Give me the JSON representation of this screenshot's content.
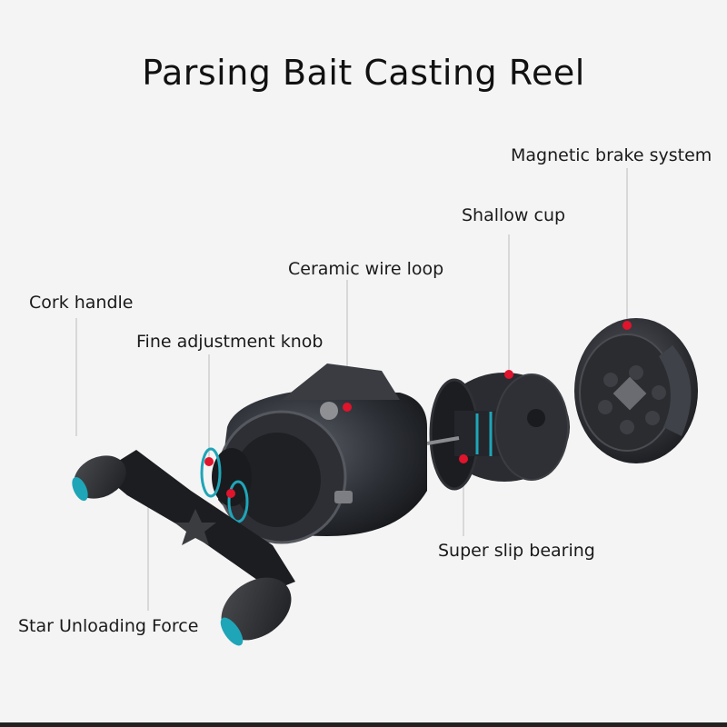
{
  "title": "Parsing  Bait Casting Reel",
  "labels": {
    "magnetic_brake": "Magnetic brake system",
    "shallow_cup": "Shallow cup",
    "ceramic_loop": "Ceramic wire loop",
    "cork_handle": "Cork handle",
    "fine_knob": "Fine adjustment knob",
    "super_slip": "Super slip bearing",
    "star_force": "Star Unloading Force"
  },
  "colors": {
    "marker": "#e0142c",
    "accent": "#1fa5b8",
    "reel_dark": "#2b2d33",
    "leader": "#b9b9b9"
  }
}
